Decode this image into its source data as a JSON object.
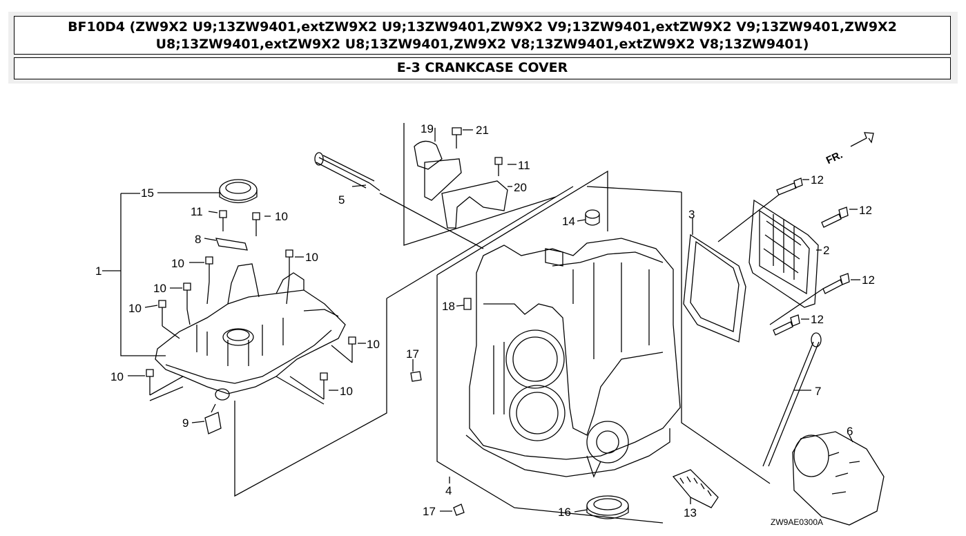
{
  "header": {
    "title_line1": "BF10D4 (ZW9X2 U9;13ZW9401,extZW9X2 U9;13ZW9401,ZW9X2 V9;13ZW9401,extZW9X2 V9;13ZW9401,ZW9X2",
    "title_line2": "U8;13ZW9401,extZW9X2 U8;13ZW9401,ZW9X2 V8;13ZW9401,extZW9X2 V8;13ZW9401)",
    "section": "E-3 CRANKCASE COVER"
  },
  "diagram": {
    "direction_label": "FR.",
    "drawing_code": "ZW9AE0300A",
    "callouts": [
      "1",
      "2",
      "3",
      "4",
      "5",
      "6",
      "7",
      "8",
      "9",
      "10",
      "11",
      "12",
      "13",
      "14",
      "15",
      "16",
      "17",
      "18",
      "19",
      "20",
      "21"
    ]
  }
}
